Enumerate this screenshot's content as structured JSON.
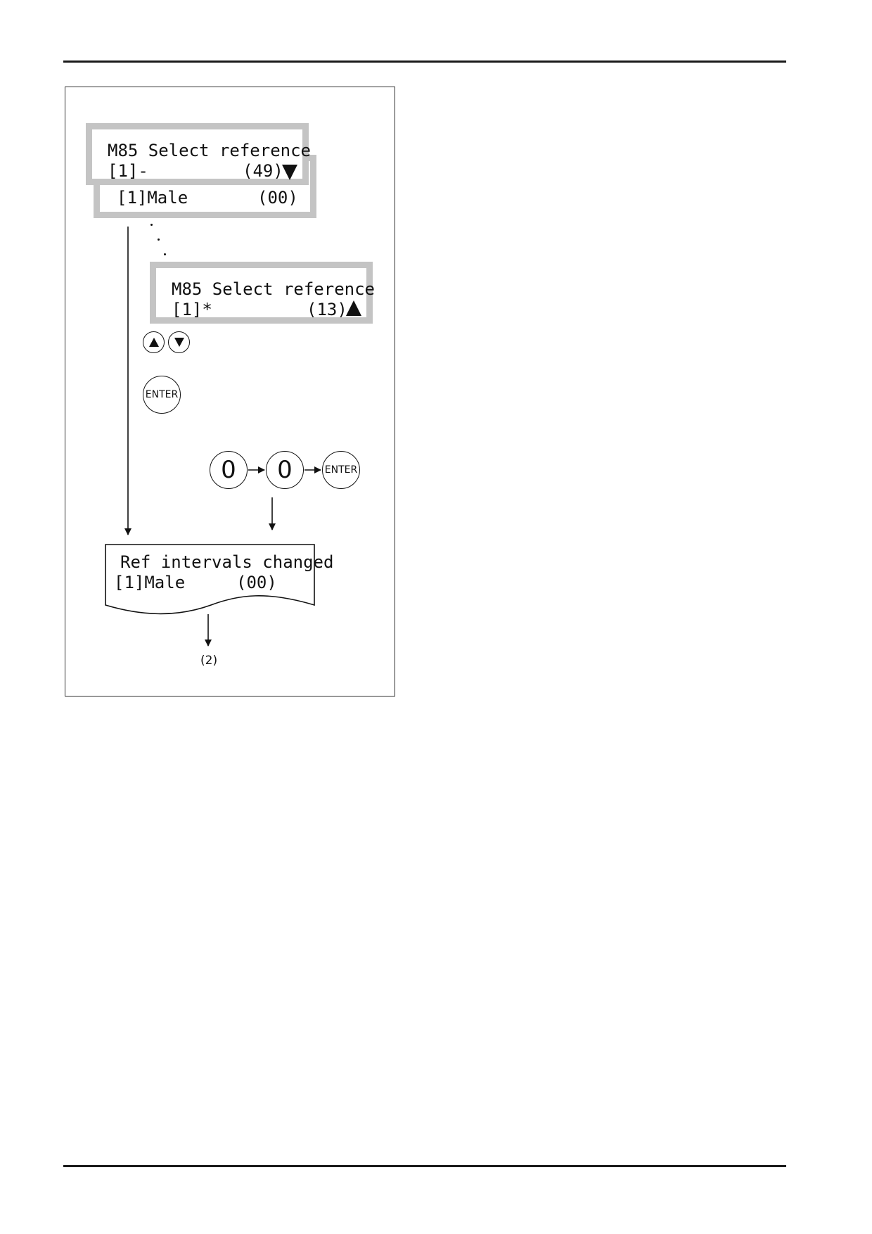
{
  "lcd1": {
    "line1": "M85 Select reference",
    "line2": "[1]-",
    "count": "(49)"
  },
  "lcd2": {
    "line1": "[1]Male",
    "value": "(00)"
  },
  "lcd3": {
    "line1": "M85 Select reference",
    "line2": "[1]*",
    "count": "(13)"
  },
  "keys": {
    "enter": "ENTER",
    "digit1": "0",
    "digit2": "0",
    "enter2": "ENTER"
  },
  "printout": {
    "line1": "Ref intervals changed",
    "line2": "[1]Male",
    "value": "(00)"
  },
  "next_step": "(2)",
  "icons": [
    "up-triangle-icon",
    "down-triangle-icon",
    "up-arrow-key-icon",
    "down-arrow-key-icon"
  ]
}
